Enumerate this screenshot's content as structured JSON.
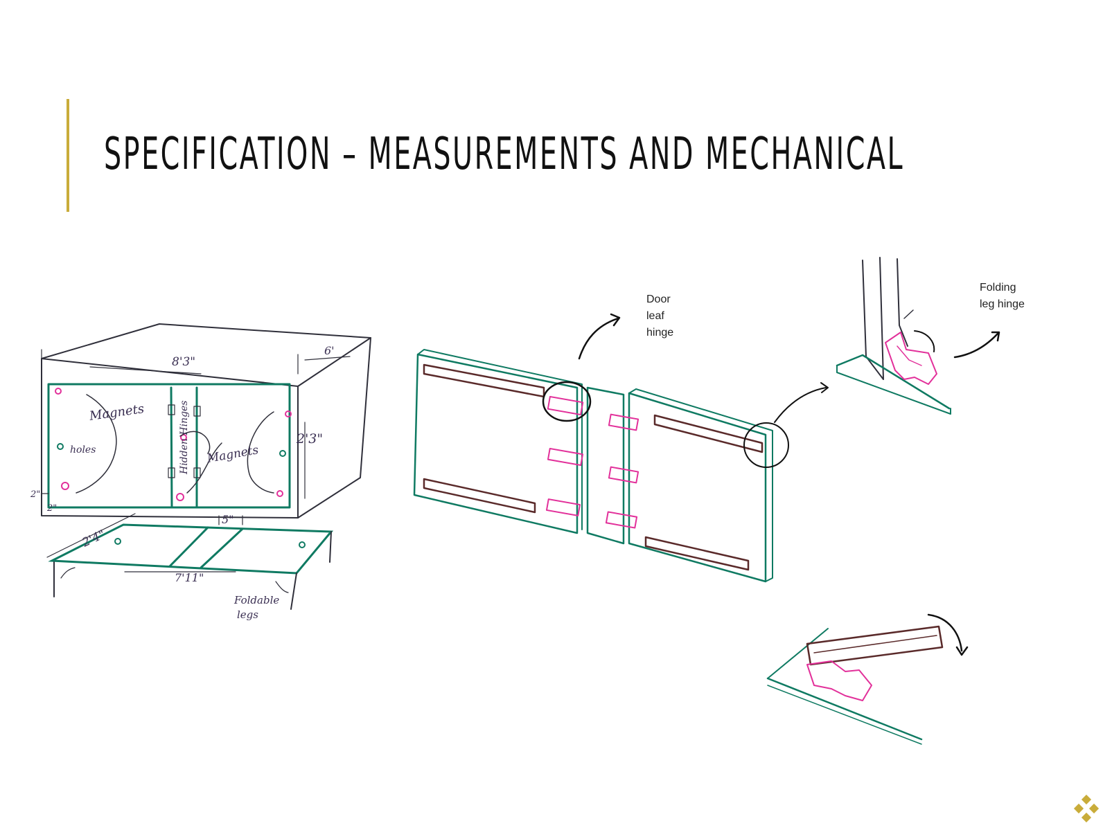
{
  "title": "SPECIFICATION – MEASUREMENTS AND MECHANICAL",
  "colors": {
    "accent": "#C9AC3A",
    "green": "#0F7A62",
    "pink": "#E2309A",
    "wood": "#5A2A2A",
    "pencil": "#2f2f3a"
  },
  "annotations": {
    "door_leaf_hinge": [
      "Door",
      "leaf",
      "hinge"
    ],
    "folding_leg_hinge": [
      "Folding",
      "leg hinge"
    ]
  },
  "sketch_labels": {
    "top_width": "8'3\"",
    "depth": "6'",
    "height": "2'3\"",
    "magnets_left": "Magnets",
    "magnets_right": "Magnets",
    "holes": "holes",
    "hidden_hinges": "Hidden Hinges",
    "margin_side": "2\"",
    "margin_bottom": "2\"",
    "table_depth": "2'4\"",
    "table_gap": "5\"",
    "table_width": "7'11\"",
    "foldable_legs": [
      "Foldable",
      "legs"
    ]
  },
  "icons": {
    "logo": "gold-diamond-cluster-icon"
  }
}
